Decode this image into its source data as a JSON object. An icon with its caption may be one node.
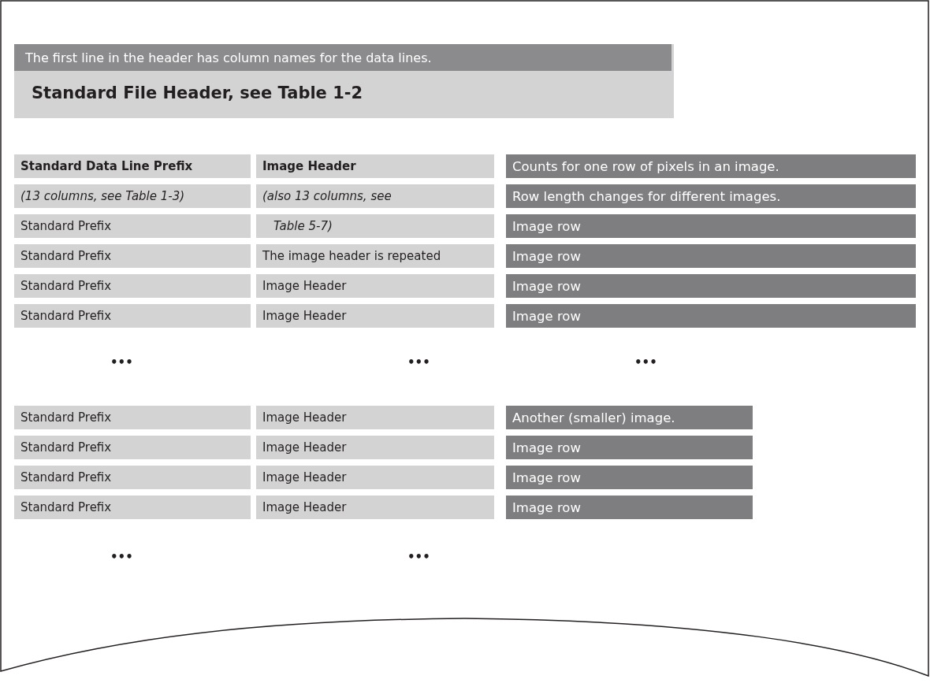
{
  "diagram": {
    "nodes": [
      {
        "text": [
          "Standard File Header, see Table 1-2"
        ]
      },
      {
        "text": [
          "The first line in the header has column names for the data lines."
        ],
        "in": 0
      },
      {
        "text": [
          "Standard Data Line Prefix"
        ]
      },
      {
        "text": [
          "Image Header"
        ]
      },
      {
        "text": [
          "Counts for one row of pixels in an image."
        ]
      },
      {
        "text": [
          "(13 columns, see Table 1-3)"
        ]
      },
      {
        "text": [
          "(also 13 columns, see"
        ]
      },
      {
        "text": [
          "Row length changes for different images."
        ]
      },
      {
        "text": [
          "Standard Prefix"
        ]
      },
      {
        "text": [
          "Table 5-7)"
        ]
      },
      {
        "text": [
          "Image row"
        ]
      },
      {
        "text": [
          "Standard Prefix"
        ]
      },
      {
        "text": [
          "The image header is repeated"
        ]
      },
      {
        "text": [
          "Image row"
        ]
      },
      {
        "text": [
          "Standard Prefix"
        ]
      },
      {
        "text": [
          "Image Header"
        ]
      },
      {
        "text": [
          "Image row"
        ]
      },
      {
        "text": [
          "Standard Prefix"
        ]
      },
      {
        "text": [
          "Image Header"
        ]
      },
      {
        "text": [
          "Image row"
        ]
      },
      {
        "text": [
          "Standard Prefix"
        ]
      },
      {
        "text": [
          "Image Header"
        ]
      },
      {
        "text": [
          "Another (smaller) image."
        ]
      },
      {
        "text": [
          "Standard Prefix"
        ]
      },
      {
        "text": [
          "Image Header"
        ]
      },
      {
        "text": [
          "Image row"
        ]
      },
      {
        "text": [
          "Standard Prefix"
        ]
      },
      {
        "text": [
          "Image Header"
        ]
      },
      {
        "text": [
          "Image row"
        ]
      },
      {
        "text": [
          "Standard Prefix"
        ]
      },
      {
        "text": [
          "Image Header"
        ]
      },
      {
        "text": [
          "Image row"
        ]
      }
    ],
    "labels": [
      "•••",
      "•••",
      "•••",
      "•••",
      "•••"
    ]
  }
}
